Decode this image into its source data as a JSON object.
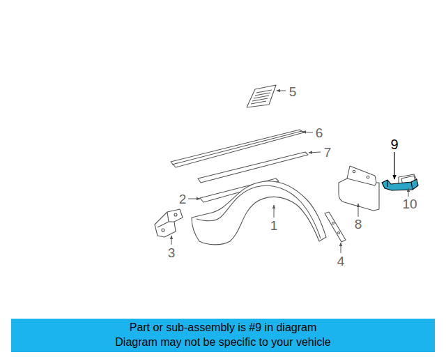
{
  "diagram": {
    "nodes": [
      {
        "text": [
          "Part or sub-assembly is #9 in diagram",
          "Diagram may not be specific to your vehicle"
        ]
      }
    ],
    "labels": [
      "9",
      "5",
      "6",
      "7",
      "10",
      "2",
      "1",
      "8",
      "3",
      "4"
    ]
  }
}
